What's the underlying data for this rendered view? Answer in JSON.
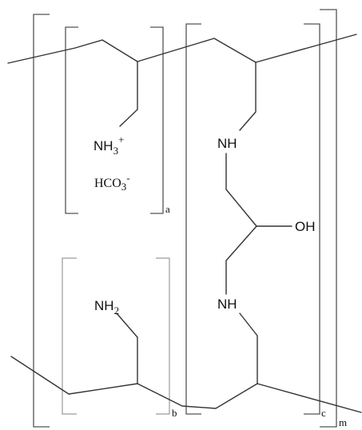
{
  "diagram": {
    "type": "chemical-structure",
    "groups": {
      "ammonium": {
        "label": "NH",
        "subscript": "3",
        "charge": "+"
      },
      "counter_ion": {
        "label": "HCO",
        "subscript": "3",
        "charge": "-"
      },
      "secondary_amine_top": "NH",
      "hydroxyl": "OH",
      "secondary_amine_bottom": "NH",
      "primary_amine": {
        "label": "NH",
        "subscript": "2"
      }
    },
    "repeat_subscripts": {
      "a": "a",
      "b": "b",
      "c": "c",
      "m": "m"
    }
  }
}
